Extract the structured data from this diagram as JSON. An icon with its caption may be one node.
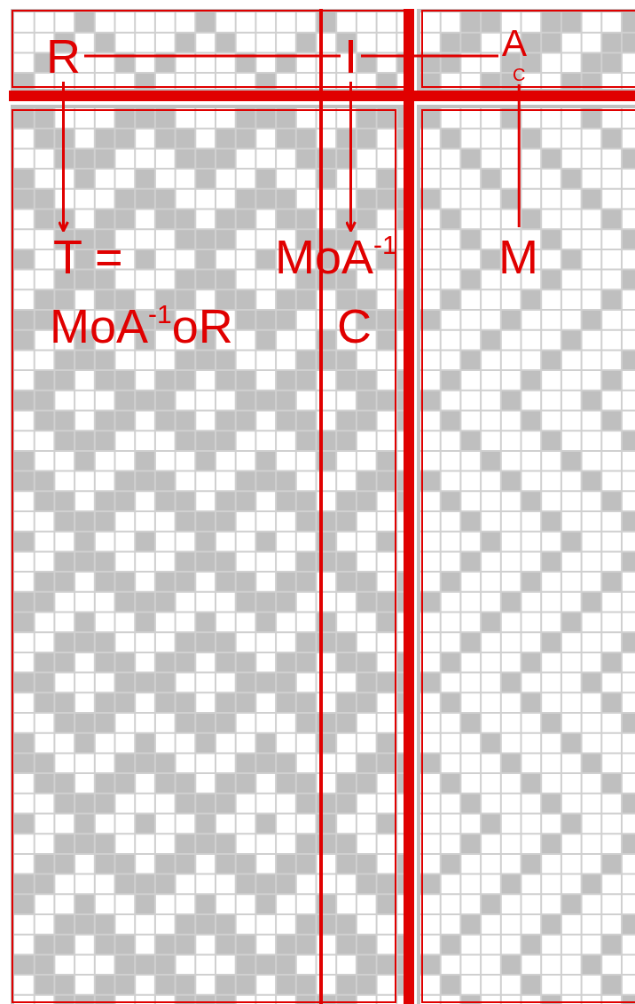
{
  "diagram": {
    "nodes": [
      {
        "text": [
          "R"
        ]
      },
      {
        "text": [
          "I"
        ]
      },
      {
        "text": [
          "A"
        ]
      },
      {
        "text": [
          "C"
        ]
      },
      {
        "text": [
          "T ="
        ]
      },
      {
        "text": [
          "MoA$^{-1}$oR"
        ]
      },
      {
        "text": [
          "MoA$^{-1}$"
        ]
      },
      {
        "text": [
          "C"
        ]
      },
      {
        "text": [
          "M"
        ]
      }
    ],
    "edges": [
      {
        "from": 0,
        "to": 1,
        "arrow": "none"
      },
      {
        "from": 1,
        "to": 2,
        "arrow": "none"
      },
      {
        "from": 0,
        "to": 4,
        "arrow": "to"
      },
      {
        "from": 1,
        "to": 6,
        "arrow": "to"
      },
      {
        "from": 8,
        "to": 3,
        "arrow": "none"
      }
    ]
  }
}
